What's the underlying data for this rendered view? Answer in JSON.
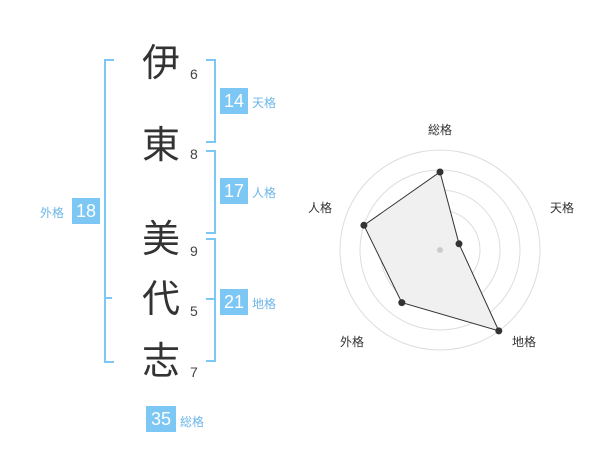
{
  "characters": [
    {
      "char": "伊",
      "strokes": "6"
    },
    {
      "char": "東",
      "strokes": "8"
    },
    {
      "char": "美",
      "strokes": "9"
    },
    {
      "char": "代",
      "strokes": "5"
    },
    {
      "char": "志",
      "strokes": "7"
    }
  ],
  "fortunes": {
    "tenkaku": {
      "label": "天格",
      "value": "14"
    },
    "jinkaku": {
      "label": "人格",
      "value": "17"
    },
    "chikaku": {
      "label": "地格",
      "value": "21"
    },
    "gaikaku": {
      "label": "外格",
      "value": "18"
    },
    "soukaku": {
      "label": "総格",
      "value": "35"
    }
  },
  "colors": {
    "accent": "#7cc7f4",
    "radar_fill": "#f0f0f0",
    "radar_line": "#333333",
    "grid": "#dddddd"
  },
  "chart_data": {
    "type": "radar",
    "axes": [
      "総格",
      "天格",
      "地格",
      "外格",
      "人格"
    ],
    "values": [
      0.78,
      0.2,
      1.0,
      0.65,
      0.8
    ],
    "rings": 5,
    "range": [
      0,
      1
    ]
  }
}
